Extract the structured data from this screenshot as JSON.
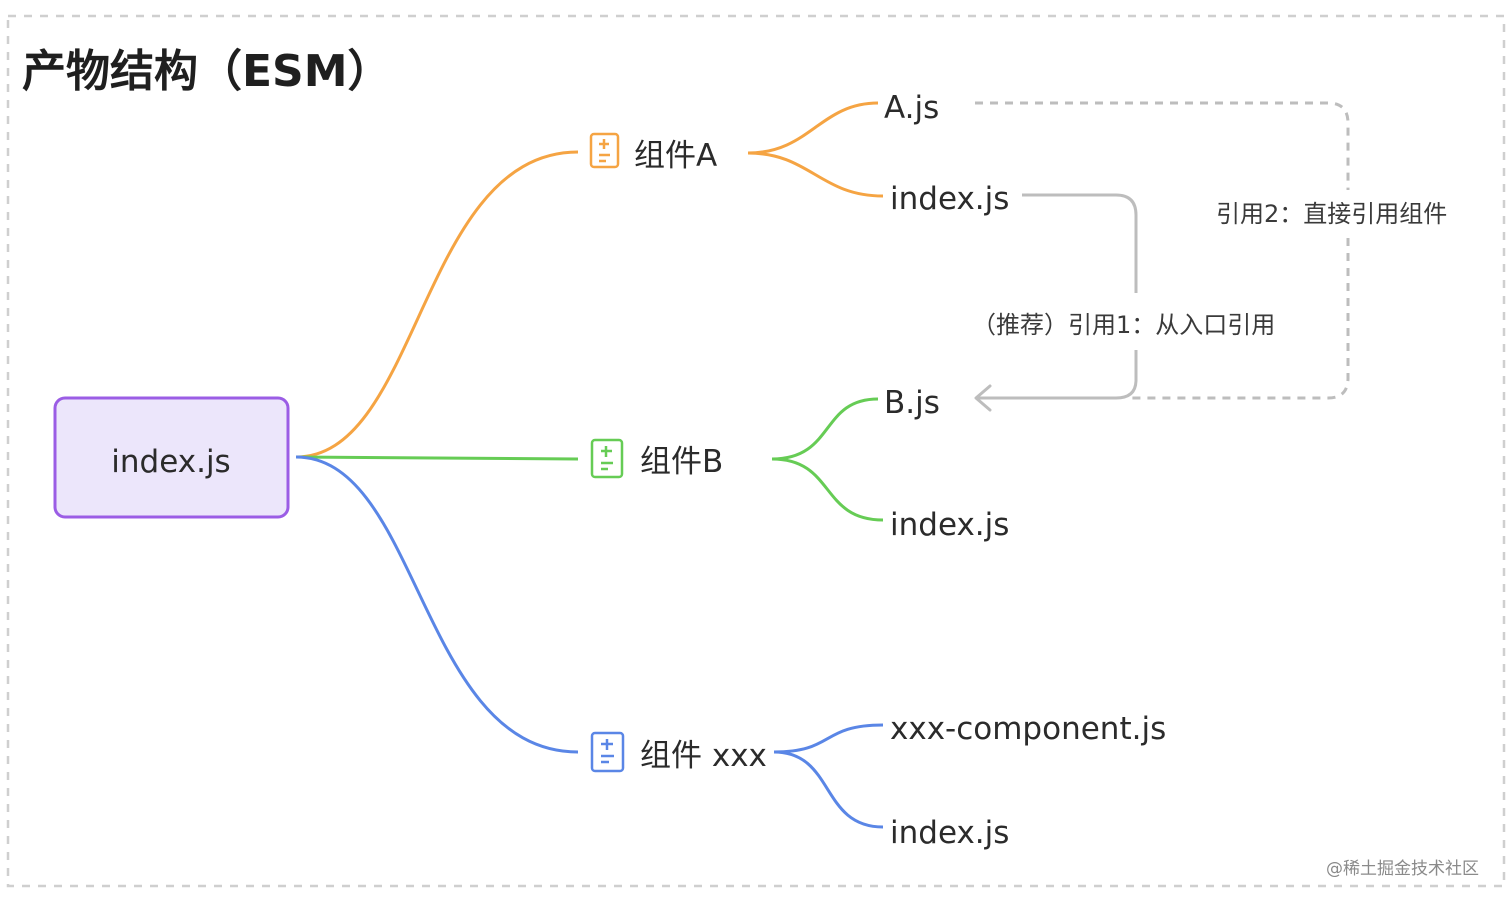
{
  "title": "产物结构（ESM）",
  "root": {
    "label": "index.js"
  },
  "components": [
    {
      "label": "组件A",
      "color": "#f5a443",
      "children": [
        "A.js",
        "index.js"
      ]
    },
    {
      "label": "组件B",
      "color": "#66cc55",
      "children": [
        "B.js",
        "index.js"
      ]
    },
    {
      "label": "组件 xxx",
      "color": "#5a86e6",
      "children": [
        "xxx-component.js",
        "index.js"
      ]
    }
  ],
  "references": {
    "recommended": "（推荐）引用1：从入口引用",
    "direct": "引用2：直接引用组件"
  },
  "colors": {
    "root_fill": "#ece6fb",
    "root_stroke": "#9b5de5",
    "reference_line": "#bdbdbd",
    "frame": "#cfcfcf"
  },
  "icons": {
    "component": "file-icon",
    "arrow": "arrow-left-icon"
  },
  "watermark": "@稀土掘金技术社区"
}
